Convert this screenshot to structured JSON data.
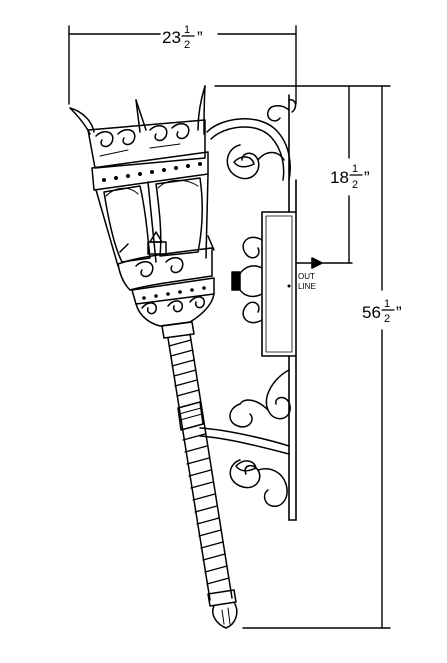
{
  "dimensions": {
    "width": {
      "whole": "23",
      "num": "1",
      "den": "2",
      "unit": "”"
    },
    "overall_height": {
      "whole": "56",
      "num": "1",
      "den": "2",
      "unit": "”"
    },
    "top_to_outlet": {
      "whole": "18",
      "num": "1",
      "den": "2",
      "unit": "”"
    }
  },
  "outlet_label": {
    "line1": "OUT",
    "line2": "LINE"
  }
}
